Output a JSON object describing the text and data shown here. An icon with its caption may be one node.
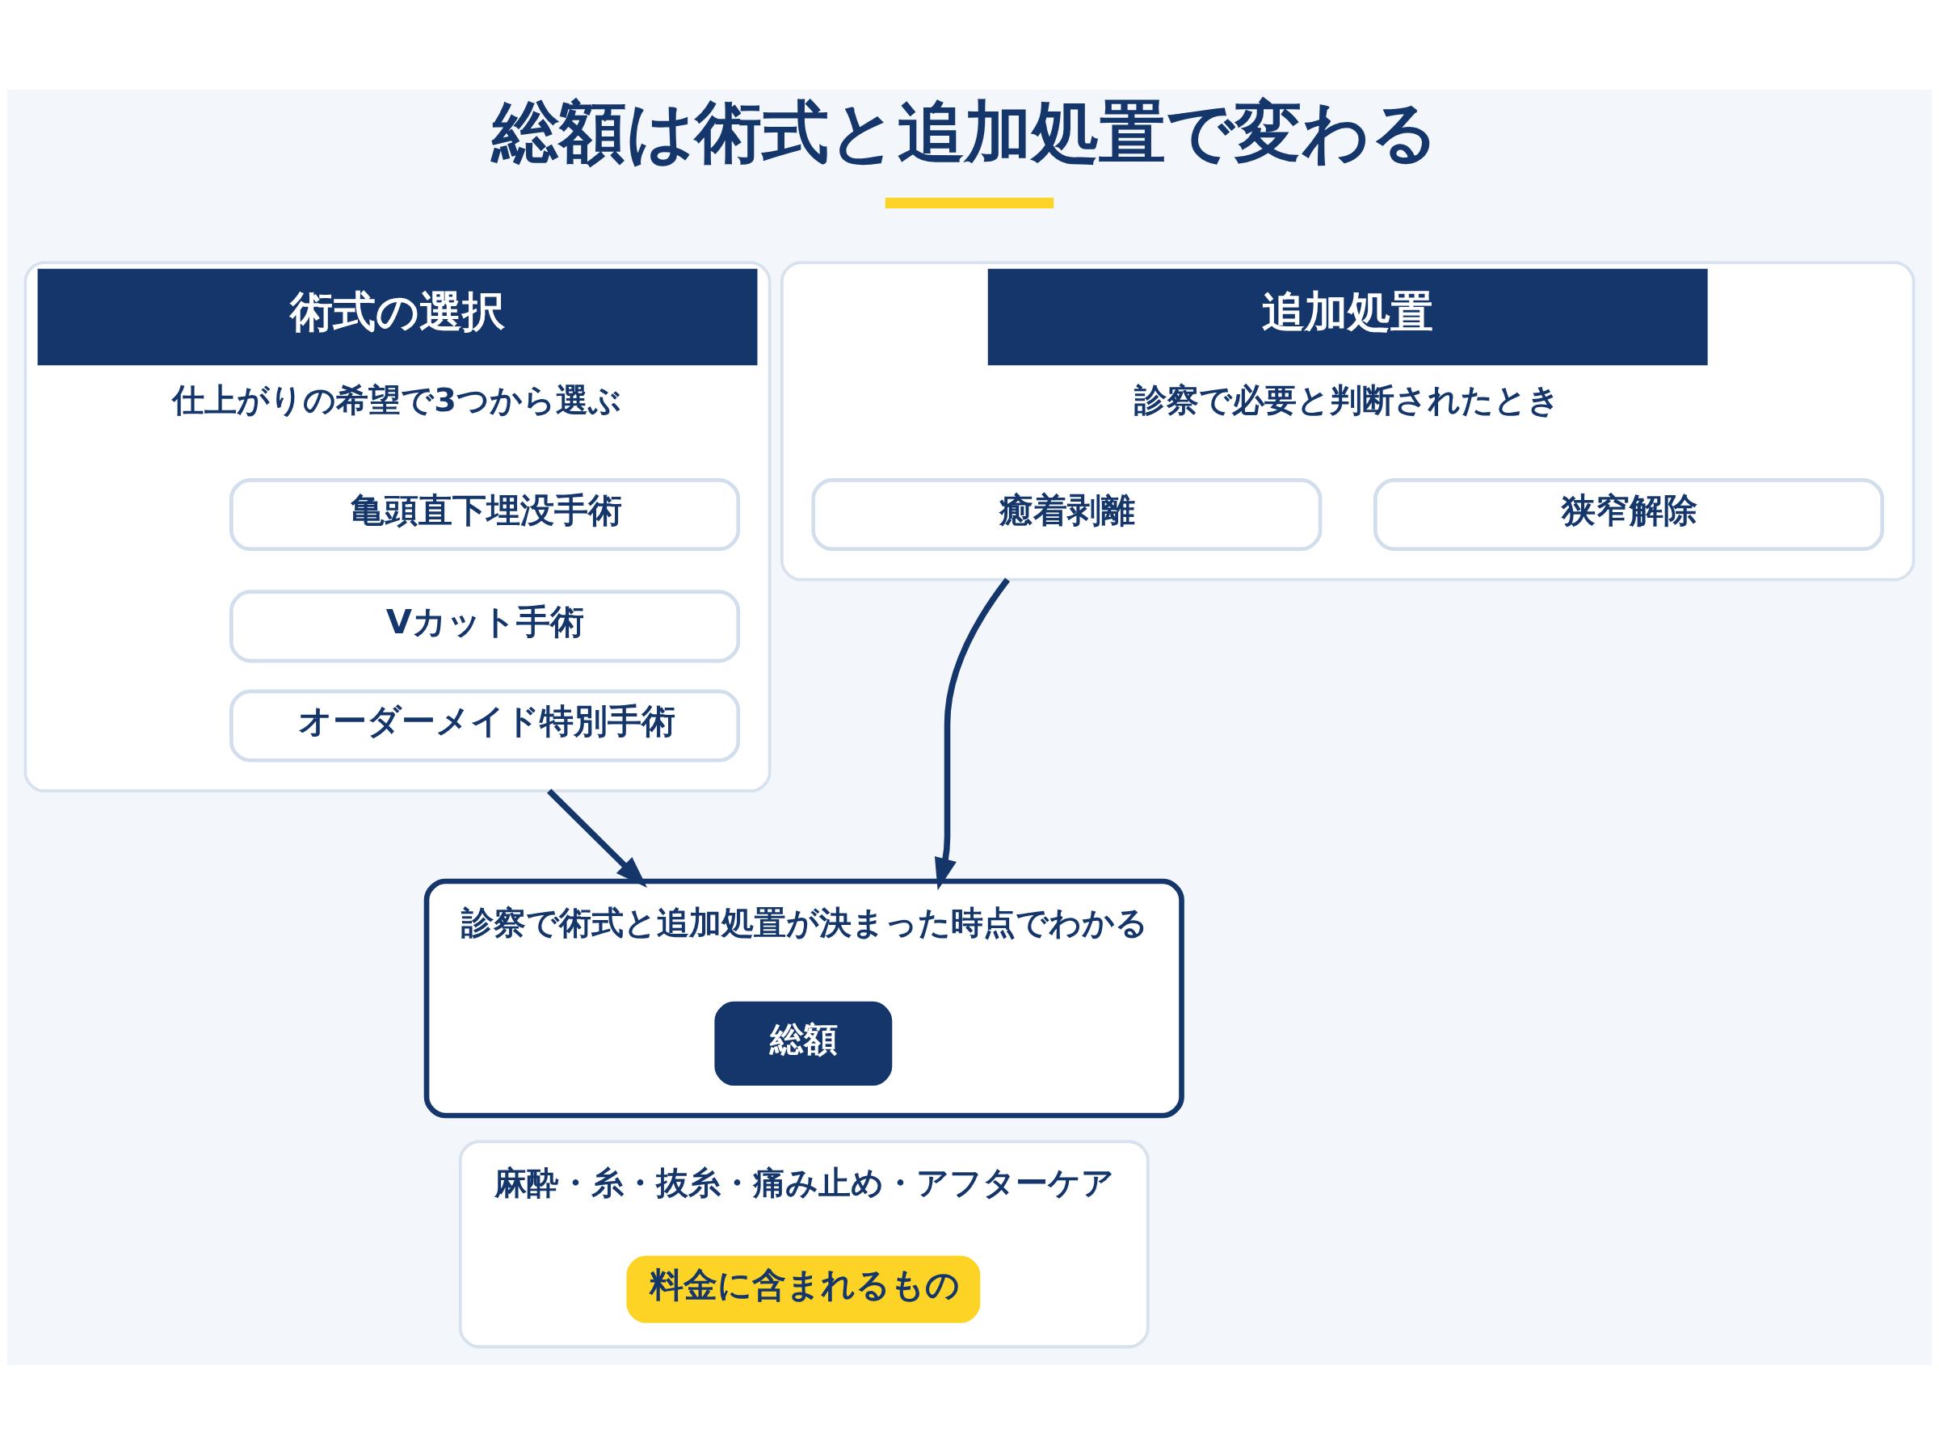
{
  "diagram": {
    "title": "総額は術式と追加処置で変わる",
    "nodes": [
      {
        "text": [
          "術式の選択",
          "仕上がりの希望で3つから選ぶ"
        ]
      },
      {
        "text": [
          "亀頭直下埋没手術"
        ],
        "in": 0
      },
      {
        "text": [
          "Vカット手術"
        ],
        "in": 0
      },
      {
        "text": [
          "オーダーメイド特別手術"
        ],
        "in": 0
      },
      {
        "text": [
          "追加処置",
          "診察で必要と判断されたとき"
        ]
      },
      {
        "text": [
          "癒着剥離"
        ],
        "in": 4
      },
      {
        "text": [
          "狭窄解除"
        ],
        "in": 4
      },
      {
        "text": [
          "診察で術式と追加処置が決まった時点でわかる"
        ]
      },
      {
        "text": [
          "総額"
        ],
        "in": 7
      },
      {
        "text": [
          "麻酔・糸・抜糸・痛み止め・アフターケア"
        ]
      },
      {
        "text": [
          "料金に含まれるもの"
        ],
        "in": 9
      }
    ],
    "edges": [
      {
        "from": 0,
        "to": 7,
        "arrow": "to"
      },
      {
        "from": 4,
        "to": 7,
        "arrow": "to"
      }
    ]
  }
}
